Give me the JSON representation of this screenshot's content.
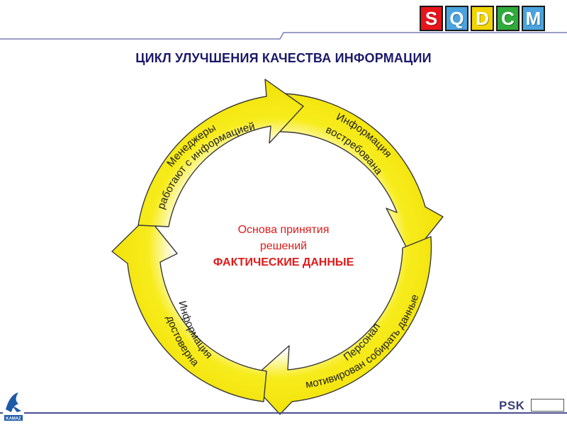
{
  "header": {
    "badges": [
      {
        "letter": "S",
        "color": "#e8141b"
      },
      {
        "letter": "Q",
        "color": "#4aa3df"
      },
      {
        "letter": "D",
        "color": "#f2d400"
      },
      {
        "letter": "C",
        "color": "#2eab3a"
      },
      {
        "letter": "M",
        "color": "#4aa3df"
      }
    ],
    "title": "ЦИКЛ УЛУЧШЕНИЯ КАЧЕСТВА ИНФОРМАЦИИ"
  },
  "cycle": {
    "arrow_color": "#f7ec1c",
    "segments": [
      {
        "id": "demanded",
        "lines": [
          "Информация",
          "востребована"
        ]
      },
      {
        "id": "staff",
        "lines": [
          "Персонал",
          "мотивирован собирать данные"
        ]
      },
      {
        "id": "reliable",
        "lines": [
          "Информация",
          "достоверна"
        ]
      },
      {
        "id": "managers",
        "lines": [
          "Менеджеры",
          "работают с информацией"
        ]
      }
    ]
  },
  "center": {
    "line1": "Основа принятия",
    "line2": "решений",
    "line3": "ФАКТИЧЕСКИЕ ДАННЫЕ"
  },
  "footer": {
    "psk": "PSK",
    "logo_text": "KAMAZ"
  }
}
